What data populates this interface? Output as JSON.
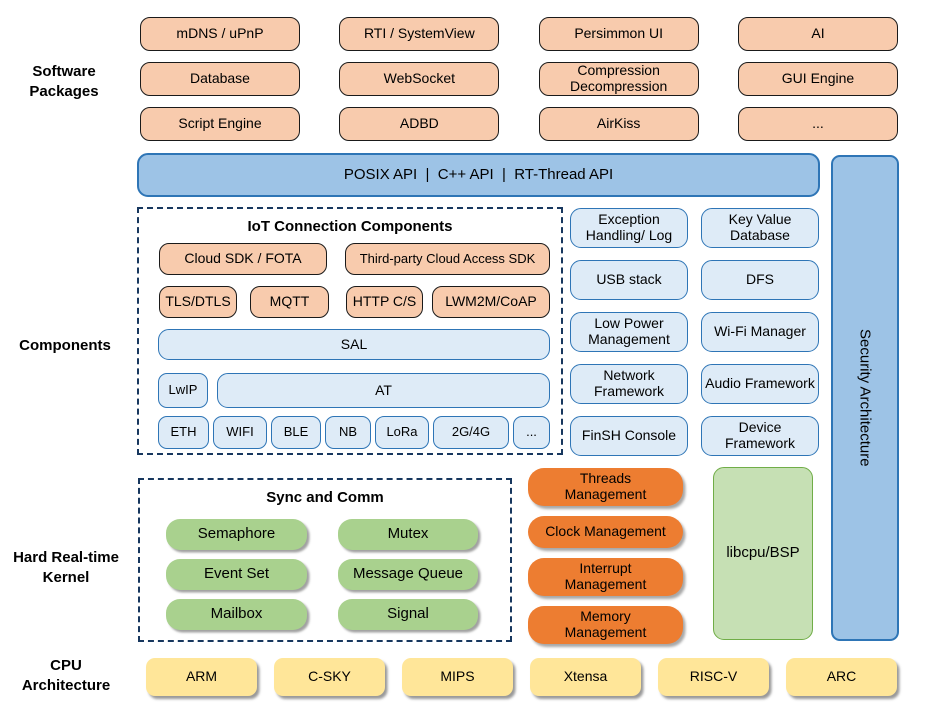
{
  "labels": {
    "software_packages": "Software Packages",
    "components": "Components",
    "kernel": "Hard Real-time Kernel",
    "cpu": "CPU Architecture"
  },
  "software_packages": {
    "items": [
      "mDNS / uPnP",
      "RTI / SystemView",
      "Persimmon UI",
      "AI",
      "Database",
      "WebSocket",
      "Compression Decompression",
      "GUI Engine",
      "Script Engine",
      "ADBD",
      "AirKiss",
      "..."
    ]
  },
  "api_bar": {
    "label": "POSIX API  |  C++ API  |  RT-Thread API"
  },
  "security_bar": {
    "label": "Security Architecture"
  },
  "iot": {
    "title": "IoT Connection Components",
    "row1": [
      "Cloud SDK / FOTA",
      "Third-party Cloud Access SDK"
    ],
    "row2": [
      "TLS/DTLS",
      "MQTT",
      "HTTP C/S",
      "LWM2M/CoAP"
    ],
    "sal": "SAL",
    "lwip": "LwIP",
    "at": "AT",
    "links": [
      "ETH",
      "WIFI",
      "BLE",
      "NB",
      "LoRa",
      "2G/4G",
      "..."
    ]
  },
  "components_right": {
    "items": [
      "Exception Handling/ Log",
      "Key Value Database",
      "USB stack",
      "DFS",
      "Low Power Management",
      "Wi-Fi Manager",
      "Network Framework",
      "Audio Framework",
      "FinSH Console",
      "Device Framework"
    ]
  },
  "kernel": {
    "sync_title": "Sync and Comm",
    "sync_items": [
      "Semaphore",
      "Mutex",
      "Event Set",
      "Message Queue",
      "Mailbox",
      "Signal"
    ],
    "mgmt_items": [
      "Threads\nManagement",
      "Clock Management",
      "Interrupt\nManagement",
      "Memory\nManagement"
    ],
    "libcpu": "libcpu/BSP"
  },
  "cpu": {
    "items": [
      "ARM",
      "C-SKY",
      "MIPS",
      "Xtensa",
      "RISC-V",
      "ARC"
    ]
  },
  "colors": {
    "peach": "#F8CBAD",
    "api_blue": "#9DC3E6",
    "blue_border": "#2E75B6",
    "light_blue": "#DEEBF7",
    "green": "#A9D18E",
    "orange": "#ED7D31",
    "light_green": "#C6E0B4",
    "green_border": "#70AD47",
    "yellow": "#FFE699",
    "dash_navy": "#17375E"
  }
}
